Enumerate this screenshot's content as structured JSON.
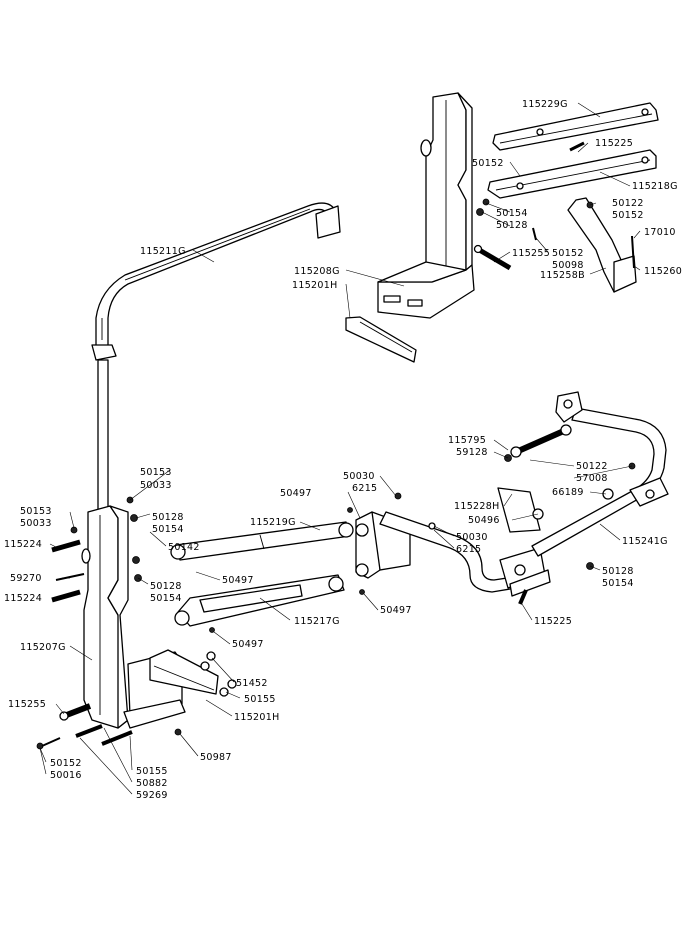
{
  "diagram": {
    "labels": [
      {
        "id": "l1",
        "text": "115229G"
      },
      {
        "id": "l2",
        "text": "115225"
      },
      {
        "id": "l3",
        "text": "50152"
      },
      {
        "id": "l4",
        "text": "115218G"
      },
      {
        "id": "l5",
        "text": "50122"
      },
      {
        "id": "l6",
        "text": "50152"
      },
      {
        "id": "l7",
        "text": "50154"
      },
      {
        "id": "l8",
        "text": "50128"
      },
      {
        "id": "l9",
        "text": "50152"
      },
      {
        "id": "l10",
        "text": "50098"
      },
      {
        "id": "l11",
        "text": "17010"
      },
      {
        "id": "l12",
        "text": "115260"
      },
      {
        "id": "l13",
        "text": "115258B"
      },
      {
        "id": "l14",
        "text": "115255"
      },
      {
        "id": "l15",
        "text": "115208G"
      },
      {
        "id": "l16",
        "text": "115201H"
      },
      {
        "id": "l17",
        "text": "115211G"
      },
      {
        "id": "l18",
        "text": "115795"
      },
      {
        "id": "l19",
        "text": "59128"
      },
      {
        "id": "l20",
        "text": "50122"
      },
      {
        "id": "l21",
        "text": "57008"
      },
      {
        "id": "l22",
        "text": "66189"
      },
      {
        "id": "l23",
        "text": "50030"
      },
      {
        "id": "l24",
        "text": "6215"
      },
      {
        "id": "l25",
        "text": "50497"
      },
      {
        "id": "l26",
        "text": "115228H"
      },
      {
        "id": "l27",
        "text": "50496"
      },
      {
        "id": "l28",
        "text": "50030"
      },
      {
        "id": "l29",
        "text": "6215"
      },
      {
        "id": "l30",
        "text": "115241G"
      },
      {
        "id": "l31",
        "text": "50128"
      },
      {
        "id": "l32",
        "text": "50154"
      },
      {
        "id": "l33",
        "text": "115225"
      },
      {
        "id": "l34",
        "text": "50153"
      },
      {
        "id": "l35",
        "text": "50033"
      },
      {
        "id": "l36",
        "text": "50153"
      },
      {
        "id": "l37",
        "text": "50033"
      },
      {
        "id": "l38",
        "text": "50128"
      },
      {
        "id": "l39",
        "text": "50154"
      },
      {
        "id": "l40",
        "text": "115219G"
      },
      {
        "id": "l41",
        "text": "115224"
      },
      {
        "id": "l42",
        "text": "50142"
      },
      {
        "id": "l43",
        "text": "59270"
      },
      {
        "id": "l44",
        "text": "50128"
      },
      {
        "id": "l45",
        "text": "50154"
      },
      {
        "id": "l46",
        "text": "50497"
      },
      {
        "id": "l47",
        "text": "115224"
      },
      {
        "id": "l48",
        "text": "115217G"
      },
      {
        "id": "l49",
        "text": "50497"
      },
      {
        "id": "l50",
        "text": "50497"
      },
      {
        "id": "l51",
        "text": "115207G"
      },
      {
        "id": "l52",
        "text": "51452"
      },
      {
        "id": "l53",
        "text": "50155"
      },
      {
        "id": "l54",
        "text": "115255"
      },
      {
        "id": "l55",
        "text": "115201H"
      },
      {
        "id": "l56",
        "text": "50987"
      },
      {
        "id": "l57",
        "text": "50152"
      },
      {
        "id": "l58",
        "text": "50016"
      },
      {
        "id": "l59",
        "text": "50155"
      },
      {
        "id": "l60",
        "text": "50882"
      },
      {
        "id": "l61",
        "text": "59269"
      }
    ]
  }
}
